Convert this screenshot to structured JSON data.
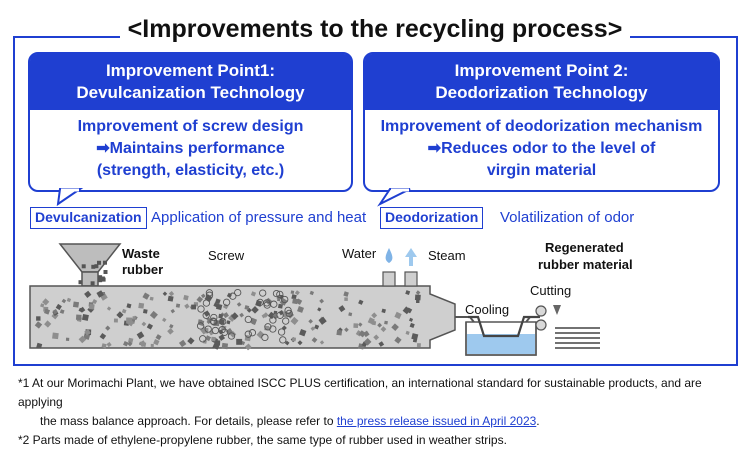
{
  "title": "<Improvements to the recycling process>",
  "panels": [
    {
      "head_line1": "Improvement Point1:",
      "head_line2": "Devulcanization Technology",
      "body_line1": "Improvement of screw design",
      "body_line2": "➡Maintains performance",
      "body_line3": "(strength, elasticity, etc.)"
    },
    {
      "head_line1": "Improvement Point 2:",
      "head_line2": "Deodorization Technology",
      "body_line1": "Improvement of deodorization mechanism",
      "body_line2": "➡Reduces odor to the level of",
      "body_line3": "virgin material"
    }
  ],
  "process": {
    "devulc_tag": "Devulcanization",
    "devulc_desc": "Application of pressure and heat",
    "deodor_tag": "Deodorization",
    "deodor_desc": "Volatilization of odor"
  },
  "diagram": {
    "waste_line1": "Waste",
    "waste_line2": "rubber",
    "screw": "Screw",
    "water": "Water",
    "steam": "Steam",
    "regen_line1": "Regenerated",
    "regen_line2": "rubber material",
    "cutting": "Cutting",
    "cooling": "Cooling",
    "icons": [
      "water-drop-icon",
      "steam-arrow-icon"
    ],
    "colors": {
      "accent": "#1f3fd1",
      "barrel": "#c8c8c8",
      "water": "#9ec9ee"
    }
  },
  "footnotes": {
    "note1_part1": "*1 At our Morimachi Plant, we have obtained ISCC PLUS certification, an international standard for sustainable products, and are applying",
    "note1_part2": "the mass balance approach. For details, please refer to ",
    "note1_link": "the press release issued in April 2023",
    "note1_end": ".",
    "note2": "*2 Parts made of ethylene-propylene rubber, the same type of rubber used in weather strips."
  }
}
